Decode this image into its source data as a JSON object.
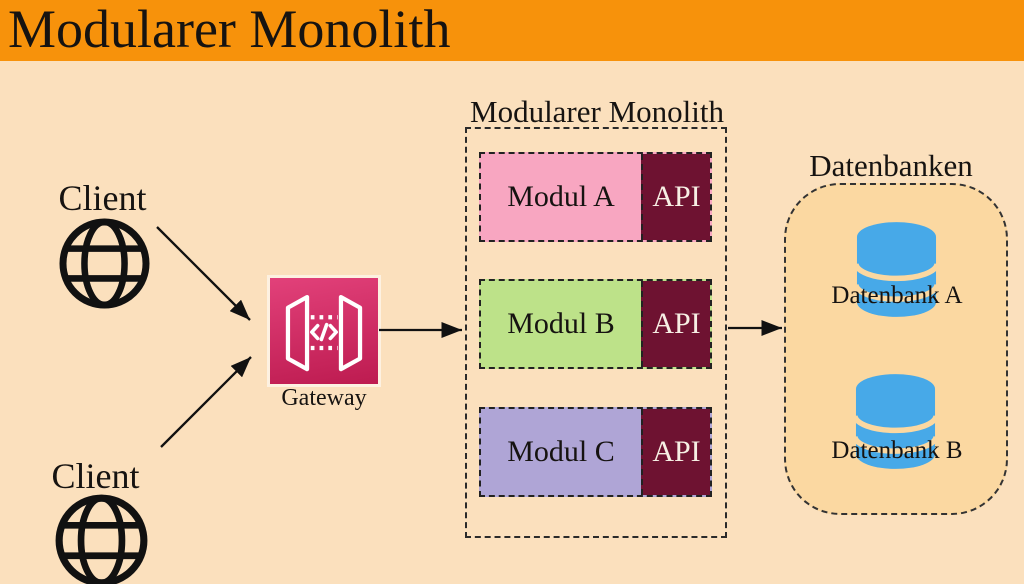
{
  "header": {
    "title": "Modularer Monolith"
  },
  "clients": [
    {
      "label": "Client"
    },
    {
      "label": "Client"
    }
  ],
  "gateway": {
    "label": "Gateway",
    "icon": "api-gateway-icon"
  },
  "monolith": {
    "title": "Modularer Monolith",
    "modules": [
      {
        "label": "Modul A",
        "api_label": "API",
        "color": "#F8A6C1"
      },
      {
        "label": "Modul B",
        "api_label": "API",
        "color": "#BDE289"
      },
      {
        "label": "Modul C",
        "api_label": "API",
        "color": "#AFA5D6"
      }
    ]
  },
  "databases": {
    "title": "Datenbanken",
    "items": [
      {
        "label": "Datenbank A",
        "icon": "database-icon"
      },
      {
        "label": "Datenbank B",
        "icon": "database-icon"
      }
    ]
  },
  "colors": {
    "header_bg": "#F7920B",
    "canvas_bg": "#FBE0BD",
    "api_bg": "#6E1231",
    "api_text": "#F7EFE4",
    "db_box_bg": "#FBD8A1",
    "db_icon_blue": "#47A9E8",
    "gateway_gradient_top": "#E2417A",
    "gateway_gradient_bottom": "#BD1B50",
    "arrow": "#111111",
    "text": "#161311"
  }
}
